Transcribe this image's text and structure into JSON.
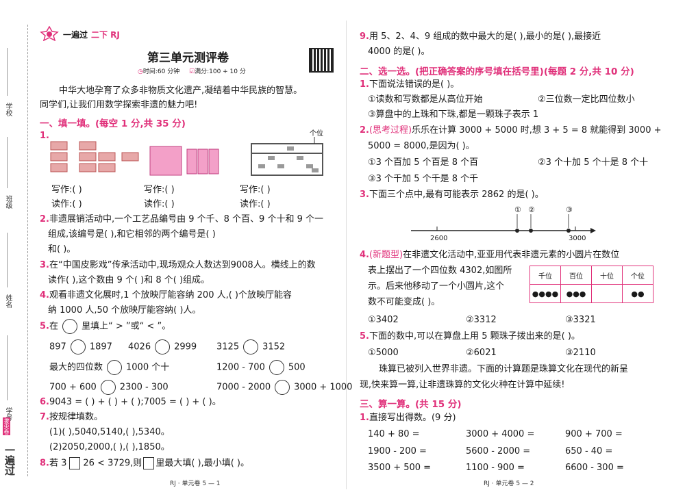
{
  "header": {
    "brand": "一遍过",
    "grade": "二下 RJ",
    "title": "第三单元测评卷",
    "time": "时间:60 分钟",
    "score": "满分:100 + 10 分"
  },
  "side": {
    "school": "学校",
    "cls": "班级",
    "name": "姓名",
    "id": "学号",
    "brand": "一遍过",
    "tag": "拔尖卷"
  },
  "intro": [
    "中华大地孕育了众多非物质文化遗产,凝结着中华民族的智慧。",
    "同学们,让我们用数学探索非遗的魅力吧!"
  ],
  "s1": {
    "title": "一、填一填。(每空 1 分,共 35 分)",
    "q1": {
      "num": "1.",
      "abacus_label": "个位",
      "write": "写作:(            )",
      "read": "读作:(            )"
    },
    "q2": [
      "非遗展销活动中,一个工艺品编号由 9 个千、8 个百、9 个十和 9 个一",
      "组成,该编号是(          ),和它相邻的两个编号是(          )",
      "和(          )。"
    ],
    "q3": [
      "在“中国皮影戏”传承活动中,现场观众人数达到9008人。横线上的数",
      "读作(                    ),这个数由 9 个(      )和 8 个(      )组成。"
    ],
    "q4": [
      "观看非遗文化展时,1 个放映厅能容纳 200 人,(      )个放映厅能容",
      "纳 1000 人,50 个放映厅能容纳(      )人。"
    ],
    "q5": {
      "text": "在",
      "text2": "里填上“ > ”或“ < ”。",
      "rows": [
        [
          "897",
          "1897",
          "4026",
          "2999",
          "3125",
          "3152"
        ],
        [
          "最大的四位数",
          "1000 个十",
          "1200 - 700",
          "500"
        ],
        [
          "700 + 600",
          "2300 - 300",
          "7000 - 2000",
          "3000 + 1000"
        ]
      ]
    },
    "q6": "9043 = (        ) + (        ) + (        );7005 = (        ) + (        )。",
    "q7": {
      "title": "按规律填数。",
      "a": "(1)(          ),5040,5140,(          ),5340。",
      "b": "(2)2050,2000,(          ),(          ),1850。"
    },
    "q8": {
      "a": "若 3",
      "b": "26 < 3729,则",
      "c": "里最大填(          ),最小填(          )。"
    }
  },
  "q9": [
    "用 5、2、4、9 组成的数中最大的是(      ),最小的是(      ),最接近",
    "4000 的是(      )。"
  ],
  "s2": {
    "title": "二、选一选。(把正确答案的序号填在括号里)(每题 2 分,共 10 分)",
    "q1": {
      "stem": "下面说法错误的是(      )。",
      "a": "①读数和写数都是从高位开始",
      "b": "②三位数一定比四位数小",
      "c": "③算盘中的上珠和下珠,都是一颗珠子表示 1"
    },
    "q2": {
      "tag": "(思考过程)",
      "stem": "乐乐在计算 3000 + 5000 时,想 3 + 5 = 8 就能得到 3000 +",
      "stem2": "5000 = 8000,是因为(      )。",
      "a": "①3 个百加 5 个百是 8 个百",
      "b": "②3 个十加 5 个十是 8 个十",
      "c": "③3 个千加 5 个千是 8 个千"
    },
    "q3": {
      "stem": "下面三个点中,最有可能表示 2862 的是(      )。",
      "l1": "2600",
      "l2": "3000",
      "p": [
        "①",
        "②",
        "③"
      ]
    },
    "q4": {
      "tag": "(新题型)",
      "s1": "在非遗文化活动中,亚亚用代表非遗元素的小圆片在数位",
      "s2": "表上摆出了一个四位数 4302,如图所示。后来他移动了一个小圆片,这个",
      "s2a": "表上摆出了一个四位数 4302,如图所",
      "s3": "示。后来他移动了一个小圆片,这个",
      "s4": "数不可能变成(      )。",
      "heads": [
        "千位",
        "百位",
        "十位",
        "个位"
      ],
      "dots": [
        "●●●●",
        "●●●",
        "",
        "●●"
      ],
      "a": "①3402",
      "b": "②3312",
      "c": "③3321"
    },
    "q5": {
      "stem": "下面的数中,可以在算盘上用 5 颗珠子拨出来的是(      )。",
      "a": "①5000",
      "b": "②6021",
      "c": "③2110"
    },
    "note": [
      "珠算已被列入世界非遗。下面的计算题是珠算文化在现代的新呈",
      "现,快来算一算,让非遗珠算的文化火种在计算中延续!"
    ]
  },
  "s3": {
    "title": "三、算一算。(共 15 分)",
    "q1": "直接写出得数。(9 分)",
    "rows": [
      [
        "140 + 80 =",
        "3000 + 4000 =",
        "900 + 700 ="
      ],
      [
        "1900 - 200 =",
        "5600 - 2000 =",
        "650 - 40 ="
      ],
      [
        "3500 + 500 =",
        "1100 - 900 =",
        "6600 - 300 ="
      ]
    ]
  },
  "footer": {
    "left": "RJ · 单元卷 5 — 1",
    "right": "RJ · 单元卷 5 — 2"
  },
  "colors": {
    "accent": "#e0307a"
  }
}
